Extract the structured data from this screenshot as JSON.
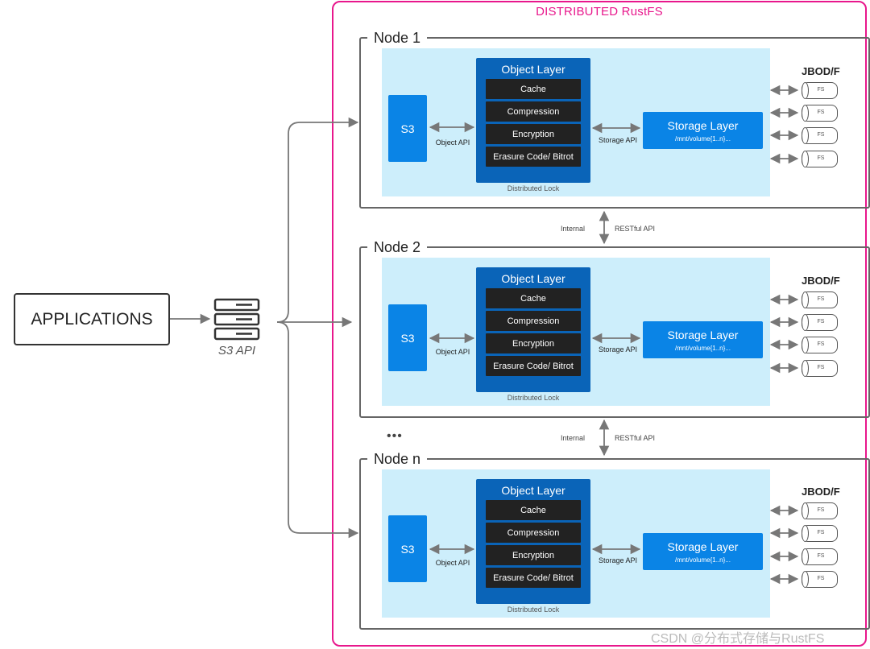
{
  "diagram": {
    "cluster_title": "DISTRIBUTED RustFS",
    "applications_label": "APPLICATIONS",
    "s3_api_label": "S3 API",
    "ellipsis": "•••",
    "internal_label": "Internal",
    "restful_label": "RESTful API",
    "nodes": [
      {
        "title": "Node 1",
        "s3_label": "S3",
        "object_layer_title": "Object Layer",
        "object_layer_items": [
          "Cache",
          "Compression",
          "Encryption",
          "Erasure Code/ Bitrot"
        ],
        "object_api_label": "Object API",
        "distributed_lock_label": "Distributed Lock",
        "storage_api_label": "Storage API",
        "storage_layer_title": "Storage Layer",
        "storage_layer_path": "/mnt/volume{1..n}...",
        "jbod_label": "JBOD/F",
        "disks": [
          "FS",
          "FS",
          "FS",
          "FS"
        ]
      },
      {
        "title": "Node 2",
        "s3_label": "S3",
        "object_layer_title": "Object Layer",
        "object_layer_items": [
          "Cache",
          "Compression",
          "Encryption",
          "Erasure Code/ Bitrot"
        ],
        "object_api_label": "Object API",
        "distributed_lock_label": "Distributed Lock",
        "storage_api_label": "Storage API",
        "storage_layer_title": "Storage Layer",
        "storage_layer_path": "/mnt/volume{1..n}...",
        "jbod_label": "JBOD/F",
        "disks": [
          "FS",
          "FS",
          "FS",
          "FS"
        ]
      },
      {
        "title": "Node n",
        "s3_label": "S3",
        "object_layer_title": "Object Layer",
        "object_layer_items": [
          "Cache",
          "Compression",
          "Encryption",
          "Erasure Code/ Bitrot"
        ],
        "object_api_label": "Object API",
        "distributed_lock_label": "Distributed Lock",
        "storage_api_label": "Storage API",
        "storage_layer_title": "Storage Layer",
        "storage_layer_path": "/mnt/volume{1..n}...",
        "jbod_label": "JBOD/F",
        "disks": [
          "FS",
          "FS",
          "FS",
          "FS"
        ]
      }
    ],
    "watermark": "CSDN @分布式存储与RustFS",
    "colors": {
      "cluster_border": "#e8178c",
      "panel": "#cdeefb",
      "s3_and_storage": "#0a84e6",
      "object_layer": "#0a64b8",
      "object_item": "#222222"
    }
  }
}
